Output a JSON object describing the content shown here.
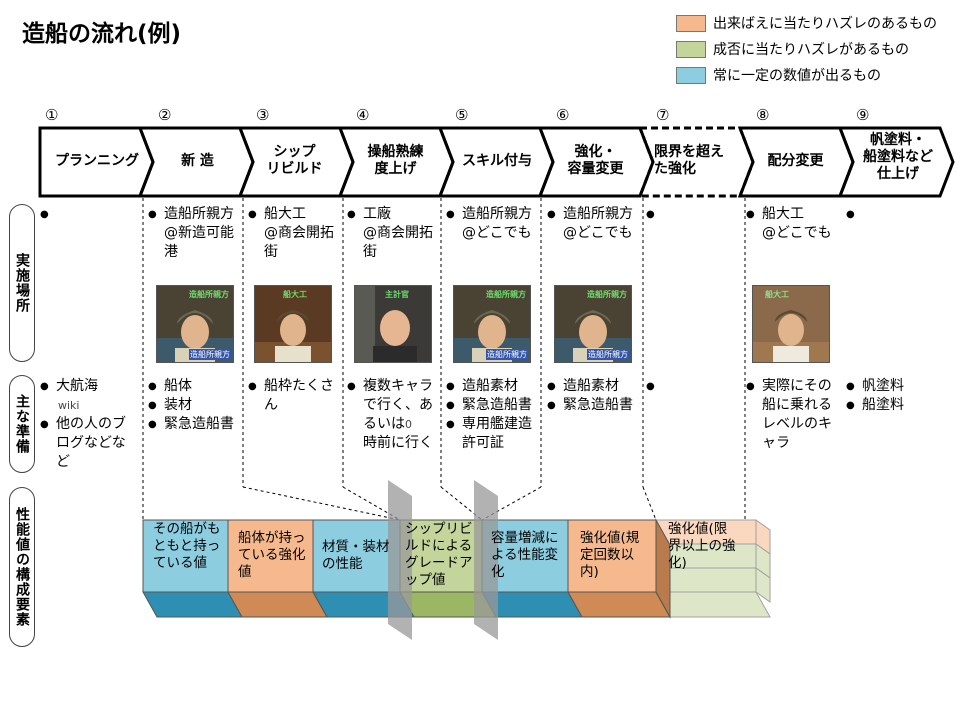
{
  "title": "造船の流れ(例)",
  "legend": [
    {
      "text": "出来ばえに当たりハズレのあるもの",
      "color": "#f6b98d"
    },
    {
      "text": "成否に当たりハズレがあるもの",
      "color": "#c3d59a"
    },
    {
      "text": "常に一定の数値が出るもの",
      "color": "#8ccde0"
    }
  ],
  "steps": [
    {
      "num": "①",
      "label": "プランニング"
    },
    {
      "num": "②",
      "label": "新 造"
    },
    {
      "num": "③",
      "label": "シップ\nリビルド"
    },
    {
      "num": "④",
      "label": "操船熟練\n度上げ"
    },
    {
      "num": "⑤",
      "label": "スキル付与"
    },
    {
      "num": "⑥",
      "label": "強化・\n容量変更"
    },
    {
      "num": "⑦",
      "label": "限界を超え\nた強化"
    },
    {
      "num": "⑧",
      "label": "配分変更"
    },
    {
      "num": "⑨",
      "label": "帆塗料・\n船塗料など\n仕上げ"
    }
  ],
  "row_labels": [
    "実施場所",
    "主な準備",
    "性能値の構成要素"
  ],
  "locations": [
    "",
    "造船所親方\n@新造可能港",
    "船大工\n@商会開拓街",
    "工廠\n@商会開拓街",
    "造船所親方\n@どこでも",
    "造船所親方\n@どこでも",
    "",
    "船大工\n@どこでも",
    ""
  ],
  "portraits": [
    {
      "caption": "造船所親方",
      "badge": "造船所親方"
    },
    {
      "caption": "船大工",
      "badge": ""
    },
    {
      "caption": "主計官",
      "badge": ""
    },
    {
      "caption": "造船所親方",
      "badge": "造船所親方"
    },
    {
      "caption": "造船所親方",
      "badge": "造船所親方"
    },
    {
      "caption": "船大工",
      "badge": ""
    }
  ],
  "preparations": {
    "step1": [
      "大航海",
      "他の人のブログなどなど"
    ],
    "step1_note": "wiki",
    "step2": [
      "船体",
      "装材",
      "緊急造船書"
    ],
    "step3": [
      "船枠たくさん"
    ],
    "step4": [
      "複数キャラで行く、あるいは",
      "時前に行く"
    ],
    "step4_note": "0",
    "step5": [
      "造船素材",
      "緊急造船書",
      "専用艦建造許可証"
    ],
    "step6": [
      "造船素材",
      "緊急造船書"
    ],
    "step7": [
      ""
    ],
    "step8": [
      "実際にその船に乗れるレベルのキャラ"
    ],
    "step9": [
      "帆塗料",
      "船塗料"
    ]
  },
  "elements": [
    {
      "text": "その船がもともと持っている値",
      "color": "#8ccde0"
    },
    {
      "text": "船体が持っている強化値",
      "color": "#f6b98d"
    },
    {
      "text": "材質・装材の性能",
      "color": "#8ccde0"
    },
    {
      "text": "シップリビルドによるグレードアップ値",
      "color": "#c3d59a"
    },
    {
      "text": "容量増減による性能変化",
      "color": "#8ccde0"
    },
    {
      "text": "強化値(規定回数以内)",
      "color": "#f6b98d"
    },
    {
      "text": "強化値(限界以上の強化)",
      "color": "#f6b98d"
    }
  ]
}
